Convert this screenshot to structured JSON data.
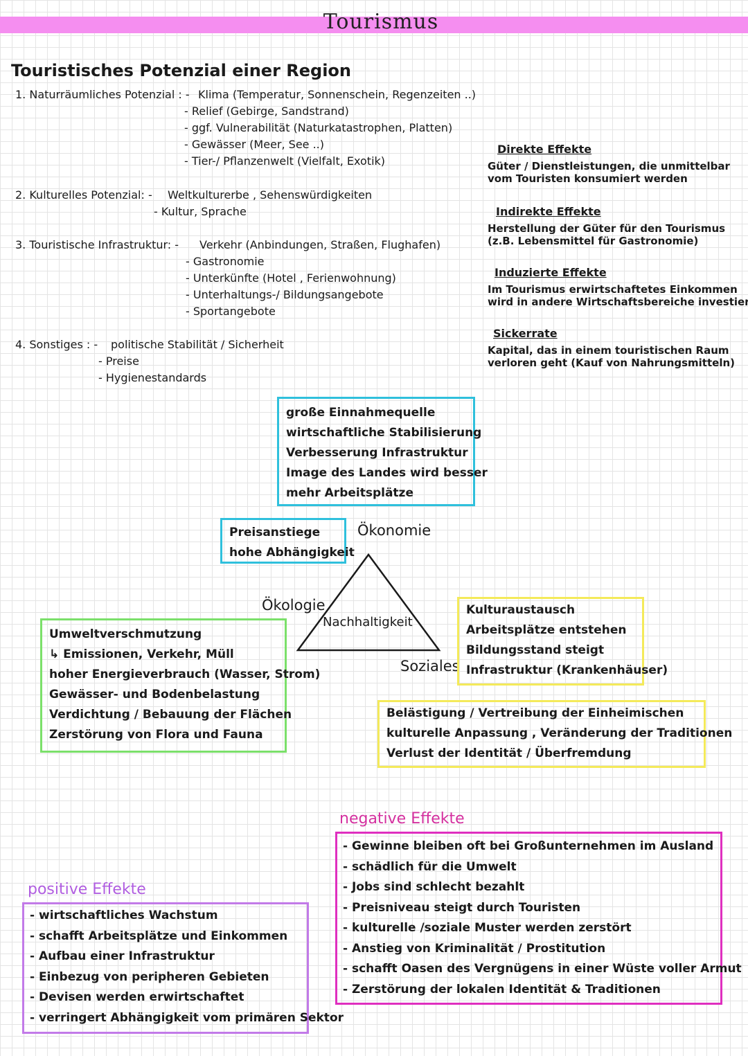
{
  "title": "Tourismus",
  "colors": {
    "title_bar": "#f58ef0",
    "blue_box": "#2fc0dc",
    "green_box": "#7be06a",
    "yellow_box": "#f4ea5a",
    "pink_box": "#df2fbf",
    "purple_box": "#c27ae8",
    "purple_text": "#b05de0",
    "pink_text": "#d4309f"
  },
  "potential": {
    "heading": "Touristisches Potenzial einer Region",
    "s1": {
      "label": "1. Naturräumliches Potenzial : -",
      "items": [
        "Klima (Temperatur, Sonnenschein, Regenzeiten ..)",
        "Relief (Gebirge, Sandstrand)",
        "ggf. Vulnerabilität (Naturkatastrophen, Platten)",
        "Gewässer (Meer, See ..)",
        "Tier-/ Pflanzenwelt (Vielfalt, Exotik)"
      ]
    },
    "s2": {
      "label": "2. Kulturelles Potenzial: -",
      "items": [
        "Weltkulturerbe , Sehenswürdigkeiten",
        "Kultur, Sprache"
      ]
    },
    "s3": {
      "label": "3. Touristische Infrastruktur: -",
      "items": [
        "Verkehr (Anbindungen, Straßen, Flughafen)",
        "Gastronomie",
        "Unterkünfte (Hotel , Ferienwohnung)",
        "Unterhaltungs-/ Bildungsangebote",
        "Sportangebote"
      ]
    },
    "s4": {
      "label": "4. Sonstiges : -",
      "items": [
        "politische Stabilität / Sicherheit",
        "Preise",
        "Hygienestandards"
      ]
    }
  },
  "effects": {
    "direct": {
      "title": "Direkte Effekte",
      "text": [
        "Güter / Dienstleistungen, die unmittelbar",
        "vom Touristen konsumiert werden"
      ]
    },
    "indirect": {
      "title": "Indirekte Effekte",
      "text": [
        "Herstellung der Güter für den Tourismus",
        "(z.B. Lebensmittel für Gastronomie)"
      ]
    },
    "induced": {
      "title": "Induzierte Effekte",
      "text": [
        "Im Tourismus erwirtschaftetes Einkommen",
        "wird in andere Wirtschaftsbereiche investiert"
      ]
    },
    "leak": {
      "title": "Sickerrate",
      "text": [
        "Kapital, das in einem touristischen Raum",
        "verloren geht (Kauf von Nahrungsmitteln)"
      ]
    }
  },
  "diagram": {
    "economy_label": "Ökonomie",
    "ecology_label": "Ökologie",
    "social_label": "Soziales",
    "center_label": "Nachhaltigkeit",
    "economy_positive": [
      "große Einnahmequelle",
      "wirtschaftliche Stabilisierung",
      "Verbesserung Infrastruktur",
      "Image des Landes wird besser",
      "mehr Arbeitsplätze"
    ],
    "economy_negative": [
      "Preisanstiege",
      "hohe Abhängigkeit"
    ],
    "ecology_negative": [
      "Umweltverschmutzung",
      "↳ Emissionen, Verkehr, Müll",
      "hoher Energieverbrauch (Wasser, Strom)",
      "Gewässer- und Bodenbelastung",
      "Verdichtung / Bebauung der Flächen",
      "Zerstörung von Flora und Fauna"
    ],
    "social_positive": [
      "Kulturaustausch",
      "Arbeitsplätze entstehen",
      "Bildungsstand steigt",
      "Infrastruktur (Krankenhäuser)"
    ],
    "social_negative": [
      "Belästigung / Vertreibung der Einheimischen",
      "kulturelle Anpassung , Veränderung der Traditionen",
      "Verlust der Identität / Überfremdung"
    ]
  },
  "negative": {
    "title": "negative Effekte",
    "items": [
      "Gewinne bleiben oft bei Großunternehmen im Ausland",
      "schädlich für die Umwelt",
      "Jobs sind schlecht bezahlt",
      "Preisniveau steigt durch Touristen",
      "kulturelle /soziale Muster werden zerstört",
      "Anstieg von Kriminalität / Prostitution",
      "schafft Oasen des Vergnügens in einer Wüste voller Armut",
      "Zerstörung der lokalen Identität & Traditionen"
    ]
  },
  "positive": {
    "title": "positive Effekte",
    "items": [
      "wirtschaftliches Wachstum",
      "schafft Arbeitsplätze und Einkommen",
      "Aufbau einer Infrastruktur",
      "Einbezug von peripheren Gebieten",
      "Devisen werden erwirtschaftet",
      "verringert Abhängigkeit vom primären Sektor"
    ]
  }
}
